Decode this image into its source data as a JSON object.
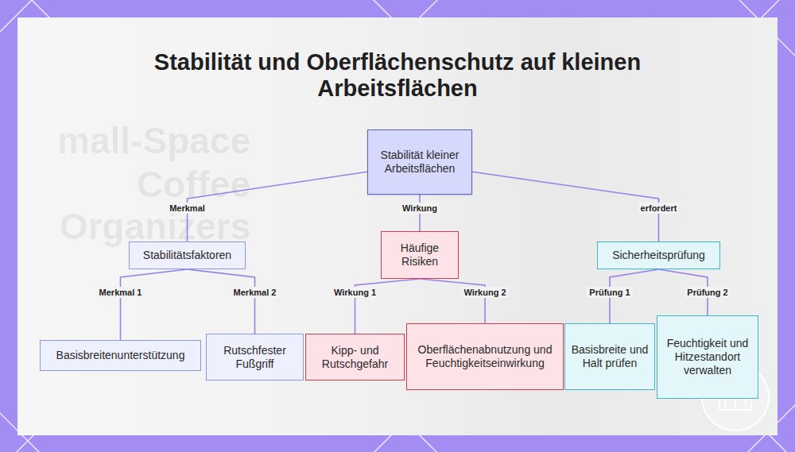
{
  "diagram": {
    "title": "Stabilität und Oberflächenschutz auf kleinen Arbeitsflächen",
    "nodes": [
      {
        "text": [
          "Stabilität kleiner Arbeitsflächen"
        ]
      },
      {
        "text": [
          "Stabilitätsfaktoren"
        ]
      },
      {
        "text": [
          "Häufige Risiken"
        ]
      },
      {
        "text": [
          "Sicherheitsprüfung"
        ]
      },
      {
        "text": [
          "Basisbreitenunterstützung"
        ]
      },
      {
        "text": [
          "Rutschfester Fußgriff"
        ]
      },
      {
        "text": [
          "Kipp- und Rutschgefahr"
        ]
      },
      {
        "text": [
          "Oberflächenabnutzung und Feuchtigkeitseinwirkung"
        ]
      },
      {
        "text": [
          "Basisbreite und Halt prüfen"
        ]
      },
      {
        "text": [
          "Feuchtigkeit und Hitzestandort verwalten"
        ]
      }
    ],
    "edges": [
      {
        "from": 0,
        "to": 1,
        "label": "Merkmal",
        "arrow": "none"
      },
      {
        "from": 0,
        "to": 2,
        "label": "Wirkung",
        "arrow": "none"
      },
      {
        "from": 0,
        "to": 3,
        "label": "erfordert",
        "arrow": "none"
      },
      {
        "from": 1,
        "to": 4,
        "label": "Merkmal 1",
        "arrow": "none"
      },
      {
        "from": 1,
        "to": 5,
        "label": "Merkmal 2",
        "arrow": "none"
      },
      {
        "from": 2,
        "to": 6,
        "label": "Wirkung 1",
        "arrow": "none"
      },
      {
        "from": 2,
        "to": 7,
        "label": "Wirkung 2",
        "arrow": "none"
      },
      {
        "from": 3,
        "to": 8,
        "label": "Prüfung 1",
        "arrow": "none"
      },
      {
        "from": 3,
        "to": 9,
        "label": "Prüfung 2",
        "arrow": "none"
      }
    ],
    "labels": [
      "mall-Space",
      "Coffee",
      "Organizers"
    ]
  }
}
